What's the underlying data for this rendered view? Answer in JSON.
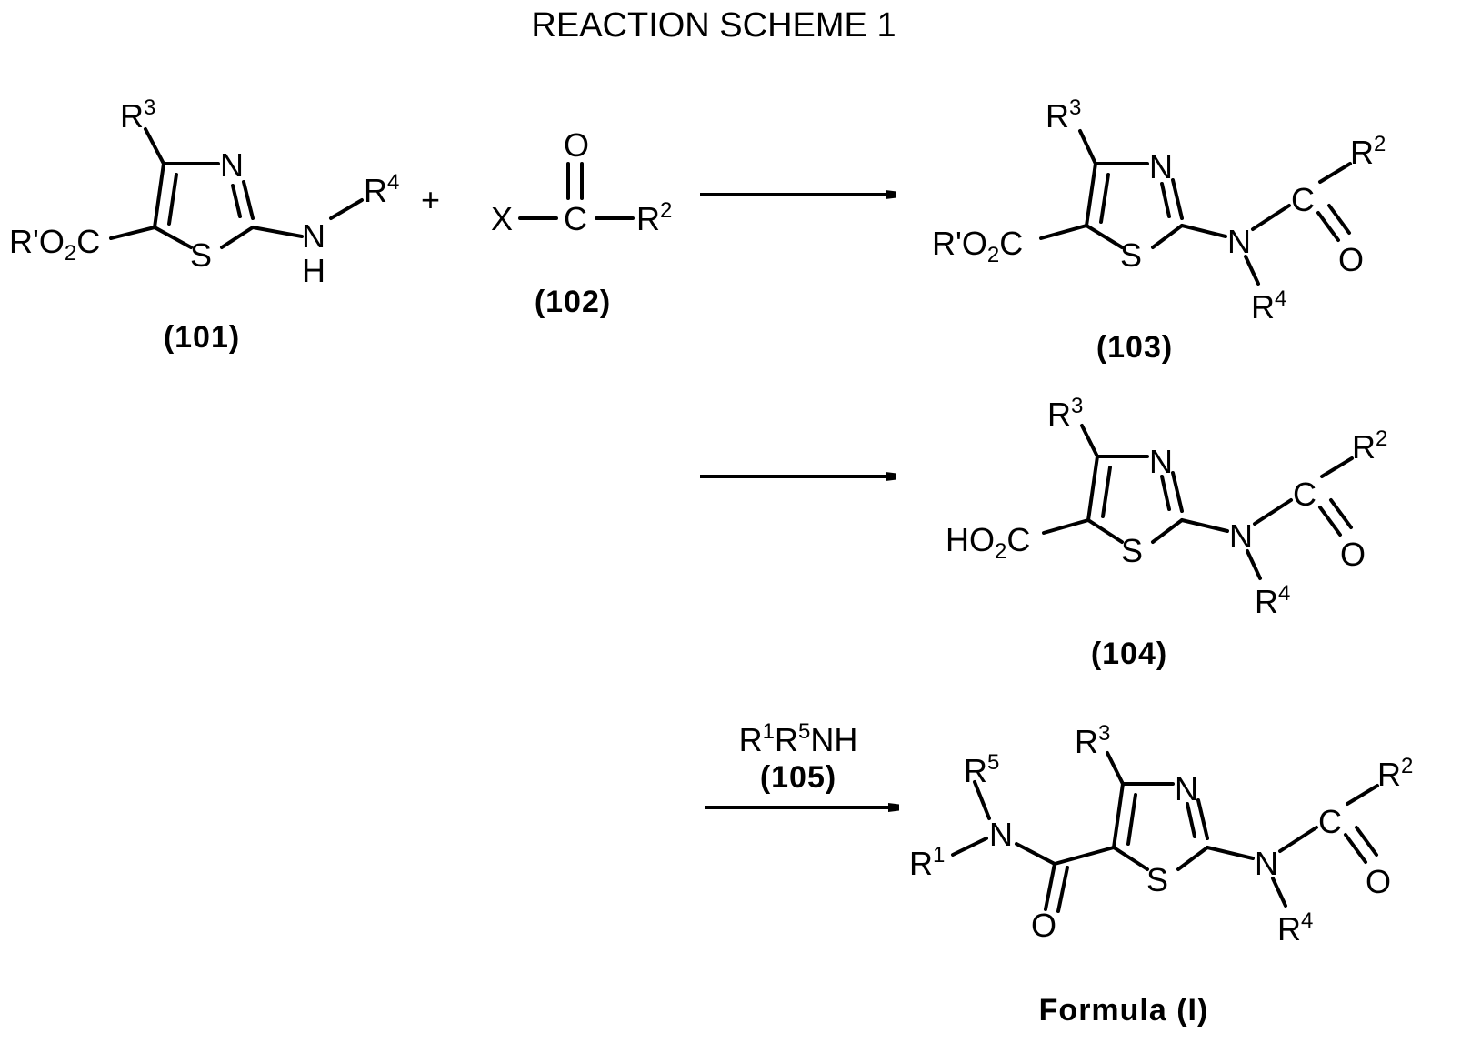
{
  "title": "REACTION SCHEME 1",
  "atoms": {
    "R": "R",
    "N": "N",
    "S": "S",
    "H": "H",
    "O": "O",
    "C": "C",
    "X": "X",
    "ester_prefix": "R'O",
    "acid_prefix": "HO",
    "sub2": "2",
    "plus": "+"
  },
  "superscripts": {
    "s1": "1",
    "s2": "2",
    "s3": "3",
    "s4": "4",
    "s5": "5"
  },
  "compounds": {
    "c101": "(101)",
    "c102": "(102)",
    "c103": "(103)",
    "c104": "(104)",
    "formula": "Formula (I)"
  },
  "reagent": {
    "line1_R": "R",
    "line1_sup1": "1",
    "line1_R2": "R",
    "line1_sup2": "5",
    "line1_rest": "NH",
    "line2": "(105)"
  }
}
